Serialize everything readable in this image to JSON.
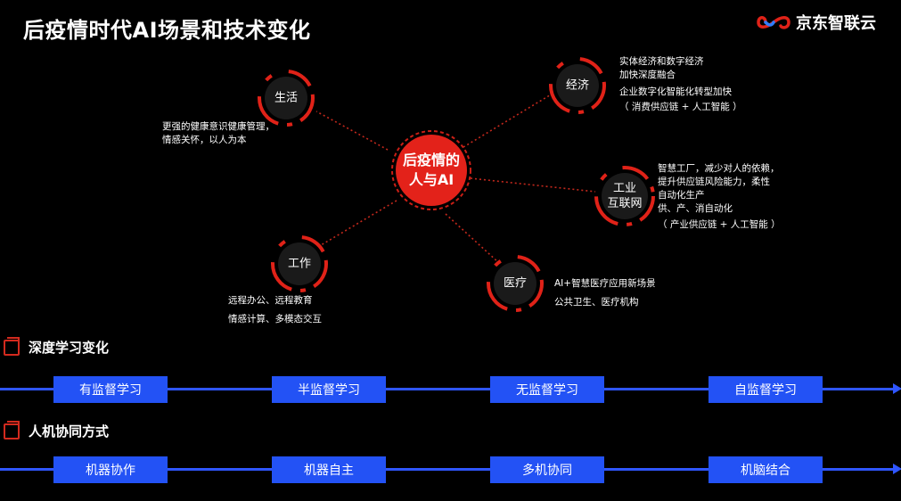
{
  "title": "后疫情时代AI场景和技术变化",
  "logo": {
    "text": "京东智联云"
  },
  "colors": {
    "accent_red": "#e02218",
    "link_red": "#c4281c",
    "timeline_blue": "#2f56ff",
    "stage_blue": "#2352f5"
  },
  "center": {
    "label": "后疫情的\n人与AI"
  },
  "nodes": [
    {
      "id": "life",
      "label": "生活",
      "desc": [
        "更强的健康意识健康管理，",
        "情感关怀，以人为本"
      ]
    },
    {
      "id": "economy",
      "label": "经济",
      "desc": [
        "实体经济和数字经济",
        "加快深度融合",
        "企业数字化智能化转型加快",
        "（ 消费供应链 + 人工智能 ）"
      ]
    },
    {
      "id": "industry",
      "label": "工业\n互联网",
      "desc": [
        "智慧工厂，减少对人的依赖，",
        "提升供应链风险能力，柔性",
        "自动化生产",
        "供、产、消自动化",
        "（ 产业供应链 + 人工智能 ）"
      ]
    },
    {
      "id": "work",
      "label": "工作",
      "desc": [
        "远程办公、远程教育",
        "情感计算、多模态交互"
      ]
    },
    {
      "id": "medical",
      "label": "医疗",
      "desc": [
        "AI+智慧医疗应用新场景",
        "公共卫生、医疗机构"
      ]
    }
  ],
  "sections": [
    {
      "title": "深度学习变化",
      "stages": [
        "有监督学习",
        "半监督学习",
        "无监督学习",
        "自监督学习"
      ]
    },
    {
      "title": "人机协同方式",
      "stages": [
        "机器协作",
        "机器自主",
        "多机协同",
        "机脑结合"
      ]
    }
  ]
}
